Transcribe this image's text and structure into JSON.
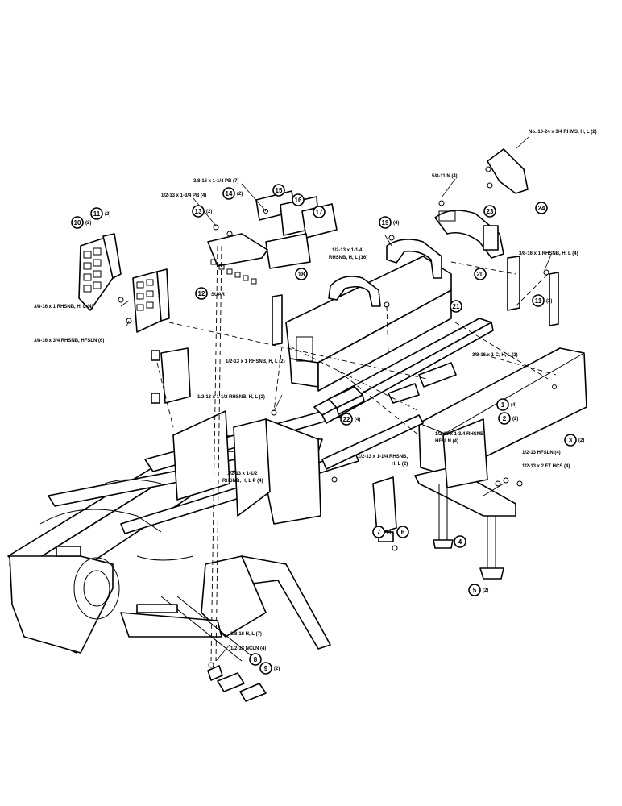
{
  "hardware_labels": {
    "h1": "No. 10-24 x 3/4 RHMS, H, L (2)",
    "h2": "5/8-11 N (4)",
    "h3": "3/8-16 x 1-1/4 PB (7)",
    "h4": "1/2-13 x 1-3/4 PB (4)",
    "h5": "1/2-13 x 1-1/4",
    "h6": "RHSNB, H, L (16)",
    "h7": "3/8-16 x 1 RHSNB, H, L (4)",
    "h8": "3/8-16 x 1 RHSNB, H, L (4)",
    "h9": "3/8-16 x 3/4 RHSNB, HFSLN (6)",
    "h10": "1/2-13 x 1 RHSNB, H, L (2)",
    "h11": "3/8-16 x 1 C, H, L (2)",
    "h12": "1/2-13 x 1-1/2 RHSNB, H, L (2)",
    "h13": "1/2-13 x 1-3/4 RHSNB,",
    "h14": "HFSLN (4)",
    "h15": "1/2-13 HFSLN (4)",
    "h16": "1/2-13 x 2 FT HCS (4)",
    "h17": "1/2-13 x 1-1/2",
    "h18": "RHSNB, H, L P (4)",
    "h19": "1/2-13 x 1-1/4 RHSNB,",
    "h20": "H, L (2)",
    "h21": "3/8-16 H, L (7)",
    "h22": "1/2-13 NCLN (4)",
    "h23": "SUAR"
  },
  "callouts": [
    {
      "num": "1",
      "qty": "(4)"
    },
    {
      "num": "2",
      "qty": "(2)"
    },
    {
      "num": "3",
      "qty": "(2)"
    },
    {
      "num": "4",
      "qty": ""
    },
    {
      "num": "5",
      "qty": "(2)"
    },
    {
      "num": "6",
      "qty": ""
    },
    {
      "num": "7",
      "qty": "(4)"
    },
    {
      "num": "8",
      "qty": ""
    },
    {
      "num": "9",
      "qty": "(2)"
    },
    {
      "num": "10",
      "qty": "(2)"
    },
    {
      "num": "11",
      "qty": "(2)"
    },
    {
      "num": "11",
      "qty": "(2)"
    },
    {
      "num": "12",
      "qty": ""
    },
    {
      "num": "13",
      "qty": "(2)"
    },
    {
      "num": "14",
      "qty": "(2)"
    },
    {
      "num": "15",
      "qty": ""
    },
    {
      "num": "16",
      "qty": ""
    },
    {
      "num": "17",
      "qty": ""
    },
    {
      "num": "18",
      "qty": ""
    },
    {
      "num": "19",
      "qty": "(4)"
    },
    {
      "num": "20",
      "qty": ""
    },
    {
      "num": "21",
      "qty": ""
    },
    {
      "num": "22",
      "qty": "(4)"
    },
    {
      "num": "23",
      "qty": ""
    },
    {
      "num": "24",
      "qty": ""
    }
  ]
}
